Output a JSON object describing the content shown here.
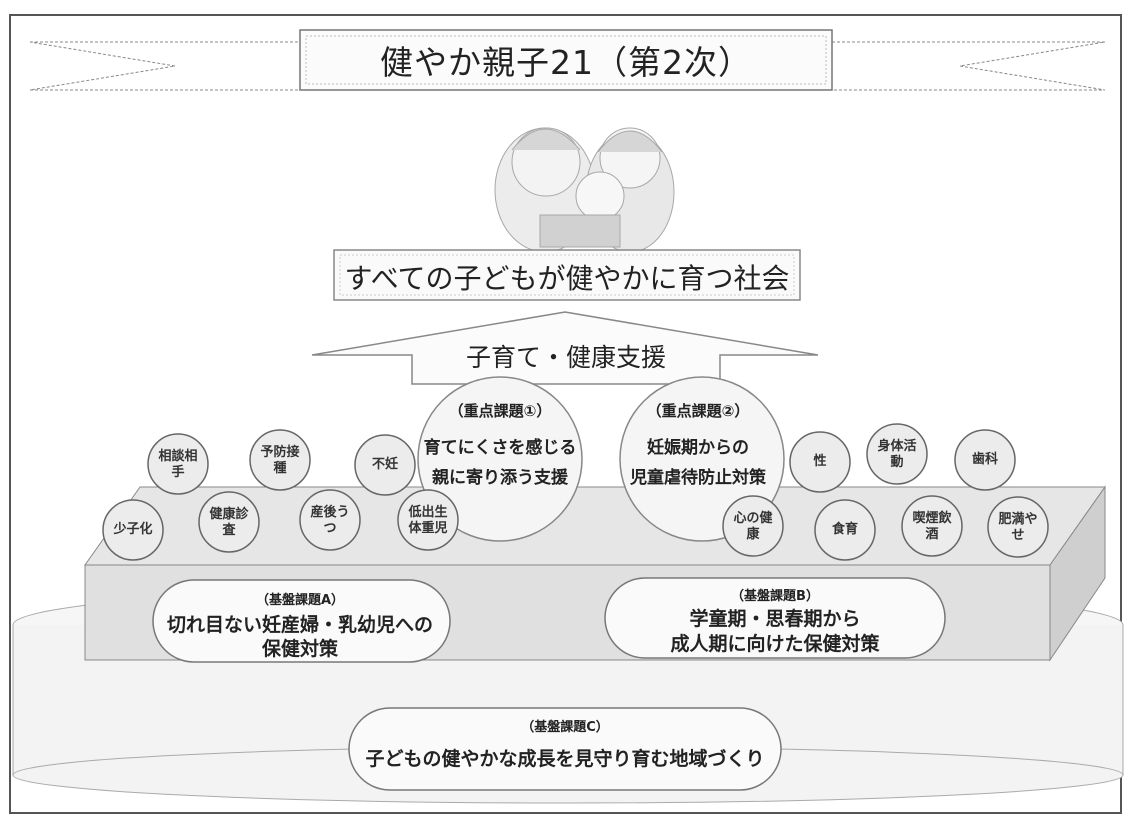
{
  "banner": {
    "title": "健やか親子21（第2次）"
  },
  "vision": {
    "text": "すべての子どもが健やかに育つ社会"
  },
  "support": {
    "text": "子育て・健康支援"
  },
  "priority1": {
    "tag": "（重点課題①）",
    "line1": "育てにくさを感じる",
    "line2": "親に寄り添う支援"
  },
  "priority2": {
    "tag": "（重点課題②）",
    "line1": "妊娠期からの",
    "line2": "児童虐待防止対策"
  },
  "balls_left": [
    {
      "text": "少子化"
    },
    {
      "text": "相談相手"
    },
    {
      "text": "健康診査"
    },
    {
      "text": "予防接種"
    },
    {
      "text": "産後うつ"
    },
    {
      "text": "不妊"
    },
    {
      "text": "低出生体重児"
    }
  ],
  "balls_right": [
    {
      "text": "性"
    },
    {
      "text": "身体活動"
    },
    {
      "text": "歯科"
    },
    {
      "text": "心の健康"
    },
    {
      "text": "食育"
    },
    {
      "text": "喫煙飲酒"
    },
    {
      "text": "肥満やせ"
    }
  ],
  "foundationA": {
    "tag": "（基盤課題A）",
    "line1": "切れ目ない妊産婦・乳幼児への",
    "line2": "保健対策"
  },
  "foundationB": {
    "tag": "（基盤課題B）",
    "line1": "学童期・思春期から",
    "line2": "成人期に向けた保健対策"
  },
  "foundationC": {
    "tag": "（基盤課題C）",
    "line1": "子どもの健やかな成長を見守り育む地域づくり"
  }
}
